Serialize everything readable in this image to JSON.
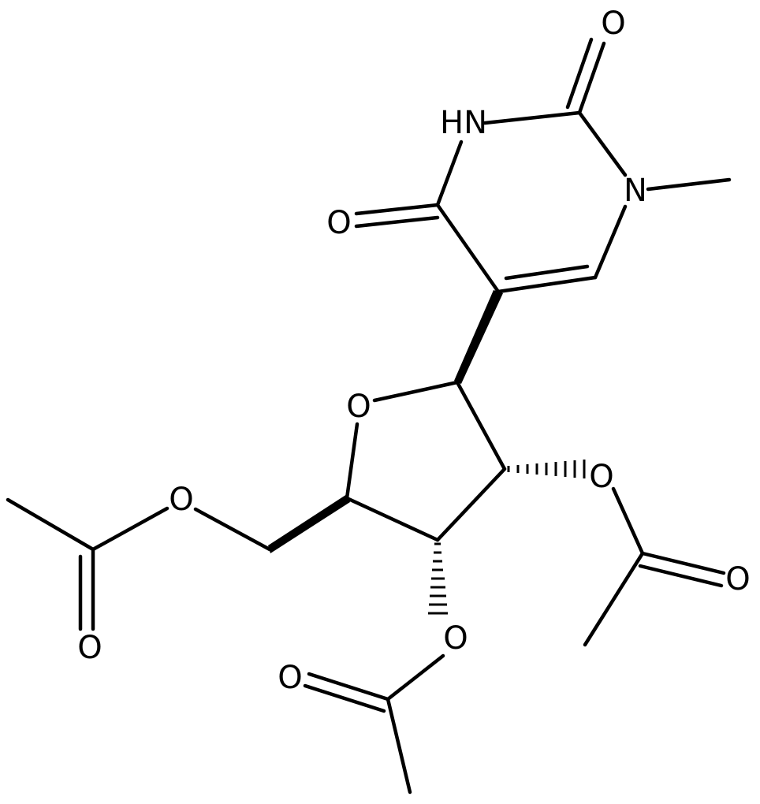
{
  "atoms": {
    "O_c2": "O",
    "N3": "HN",
    "N1": "N",
    "O_c4": "O",
    "O_ring": "O",
    "O_ac2": "O",
    "O_ac2_carbonyl": "O",
    "O_ac3": "O",
    "O_ac3_carbonyl": "O",
    "O_ac5": "O",
    "O_ac5_carbonyl": "O"
  }
}
